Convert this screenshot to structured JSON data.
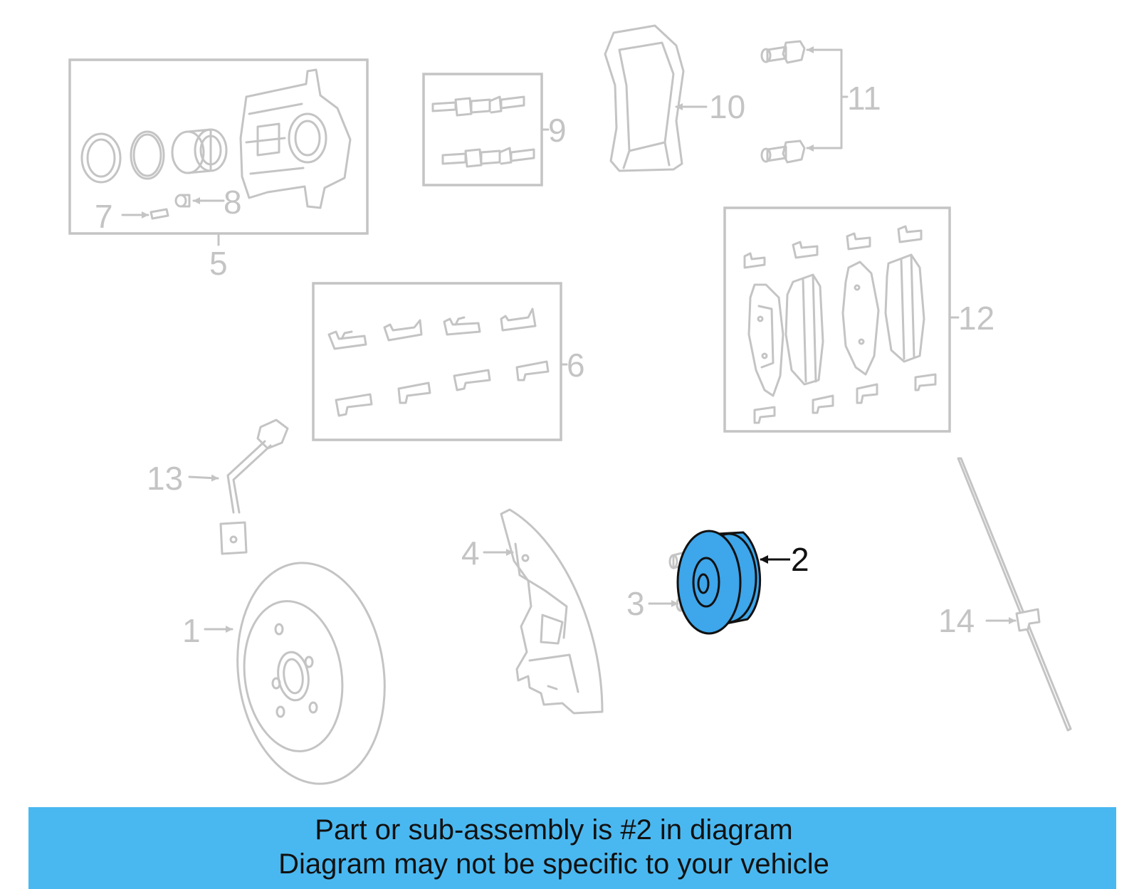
{
  "labels": {
    "l1": "1",
    "l2": "2",
    "l3": "3",
    "l4": "4",
    "l5": "5",
    "l6": "6",
    "l7": "7",
    "l8": "8",
    "l9": "9",
    "l10": "10",
    "l11": "11",
    "l12": "12",
    "l13": "13",
    "l14": "14"
  },
  "highlighted_part": "2",
  "banner": {
    "line1": "Part or sub-assembly is #2 in diagram",
    "line2": "Diagram may not be specific to your vehicle"
  },
  "colors": {
    "highlight_part": "#3ea6ea",
    "banner": "#4ab8f0",
    "dim_lines": "#c4c4c4",
    "text": "#111111"
  }
}
